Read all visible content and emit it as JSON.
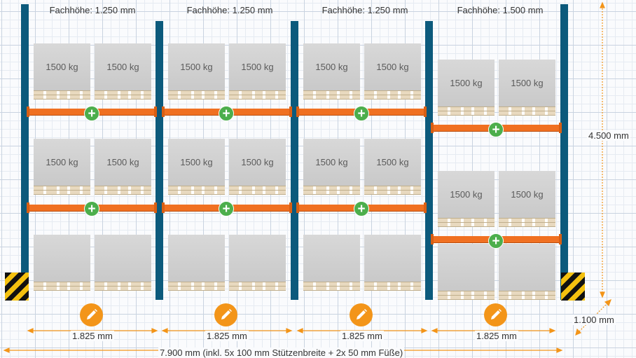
{
  "bays": [
    {
      "title": "Fachhöhe: 1.250 mm",
      "width_label": "1.825 mm"
    },
    {
      "title": "Fachhöhe: 1.250 mm",
      "width_label": "1.825 mm"
    },
    {
      "title": "Fachhöhe: 1.250 mm",
      "width_label": "1.825 mm"
    },
    {
      "title": "Fachhöhe: 1.500 mm",
      "width_label": "1.825 mm"
    }
  ],
  "load_label": "1500 kg",
  "total_width_label": "7.900 mm (inkl. 5x 100 mm Stützenbreite + 2x 50 mm Füße)",
  "height_label": "4.500 mm",
  "depth_label": "1.100 mm",
  "icons": {
    "add": "plus-icon",
    "edit": "pencil-icon",
    "foot": "hazard-stripes"
  },
  "colors": {
    "upright": "#0c5a7c",
    "beam": "#f07021",
    "add": "#4cae4c",
    "edit": "#f39519"
  }
}
